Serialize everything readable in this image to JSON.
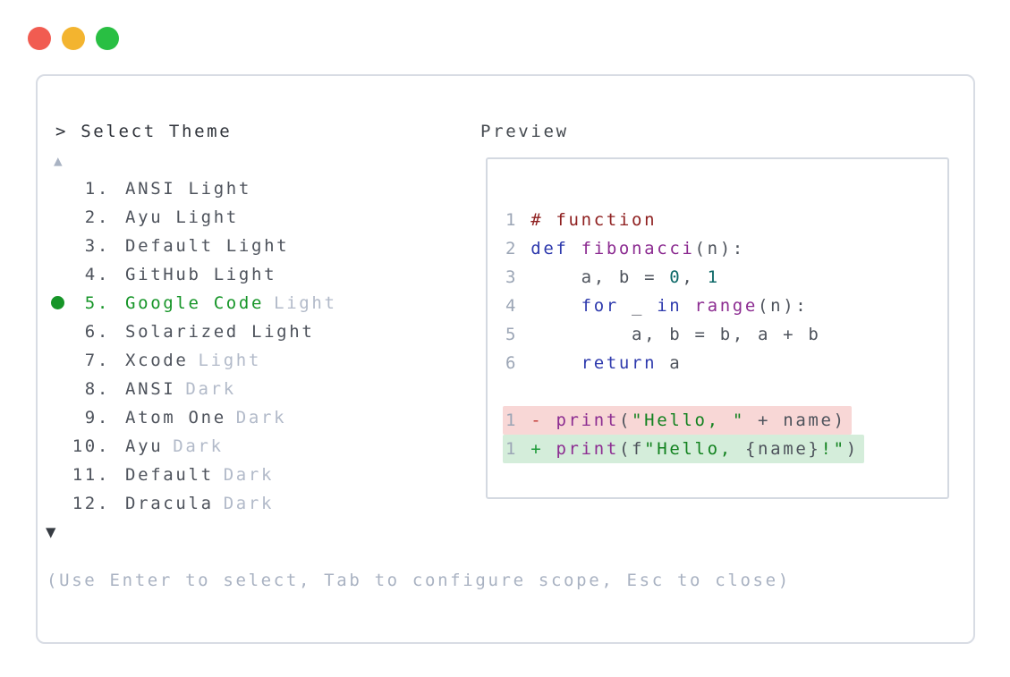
{
  "window_controls": [
    "close-button",
    "minimize-button",
    "maximize-button"
  ],
  "colors": {
    "traffic_close": "#f15c51",
    "traffic_minimize": "#f3b42f",
    "traffic_maximize": "#29bf43",
    "panel_border": "#d8dce4",
    "heading_text": "#2f333a",
    "list_text": "#4e535c",
    "muted_text": "#b2bac9",
    "selected_green": "#169528",
    "footer_text": "#a9b2c2",
    "diff_removed_bg": "#f8d7d6",
    "diff_added_bg": "#d4edda",
    "syntax": {
      "line_number": "#9ca6b6",
      "plain": "#4e535c",
      "keyword": "#2e3aad",
      "function": "#8c2c91",
      "comment": "#8f2020",
      "string": "#12821f",
      "literal": "#0e6968",
      "diff_minus": "#c4403c",
      "diff_plus": "#1c9a38"
    }
  },
  "dialog": {
    "prompt": "> Select Theme",
    "preview_label": "Preview",
    "scroll_up": "▲",
    "scroll_down": "▼",
    "footer_hint": "(Use Enter to select, Tab to configure scope, Esc to close)",
    "themes": [
      {
        "num": "1.",
        "name": "ANSI Light",
        "variant": "",
        "selected": false
      },
      {
        "num": "2.",
        "name": "Ayu Light",
        "variant": "",
        "selected": false
      },
      {
        "num": "3.",
        "name": "Default Light",
        "variant": "",
        "selected": false
      },
      {
        "num": "4.",
        "name": "GitHub Light",
        "variant": "",
        "selected": false
      },
      {
        "num": "5.",
        "name": "Google Code",
        "variant": "Light",
        "selected": true
      },
      {
        "num": "6.",
        "name": "Solarized Light",
        "variant": "",
        "selected": false
      },
      {
        "num": "7.",
        "name": "Xcode",
        "variant": "Light",
        "selected": false
      },
      {
        "num": "8.",
        "name": "ANSI",
        "variant": "Dark",
        "selected": false
      },
      {
        "num": "9.",
        "name": "Atom One",
        "variant": "Dark",
        "selected": false
      },
      {
        "num": "10.",
        "name": "Ayu",
        "variant": "Dark",
        "selected": false
      },
      {
        "num": "11.",
        "name": "Default",
        "variant": "Dark",
        "selected": false
      },
      {
        "num": "12.",
        "name": "Dracula",
        "variant": "Dark",
        "selected": false
      }
    ],
    "preview_code": [
      {
        "bg": "",
        "tokens": [
          [
            "ln",
            "1"
          ],
          [
            "pln",
            " "
          ],
          [
            "com",
            "# function"
          ]
        ]
      },
      {
        "bg": "",
        "tokens": [
          [
            "ln",
            "2"
          ],
          [
            "pln",
            " "
          ],
          [
            "kwd",
            "def"
          ],
          [
            "pln",
            " "
          ],
          [
            "typ",
            "fibonacci"
          ],
          [
            "pln",
            "(n):"
          ]
        ]
      },
      {
        "bg": "",
        "tokens": [
          [
            "ln",
            "3"
          ],
          [
            "pln",
            "     a, b = "
          ],
          [
            "lit",
            "0"
          ],
          [
            "pln",
            ", "
          ],
          [
            "lit",
            "1"
          ]
        ]
      },
      {
        "bg": "",
        "tokens": [
          [
            "ln",
            "4"
          ],
          [
            "pln",
            "     "
          ],
          [
            "kwd",
            "for"
          ],
          [
            "pln",
            " _ "
          ],
          [
            "kwd",
            "in"
          ],
          [
            "pln",
            " "
          ],
          [
            "typ",
            "range"
          ],
          [
            "pln",
            "(n):"
          ]
        ]
      },
      {
        "bg": "",
        "tokens": [
          [
            "ln",
            "5"
          ],
          [
            "pln",
            "         a, b = b, a + b"
          ]
        ]
      },
      {
        "bg": "",
        "tokens": [
          [
            "ln",
            "6"
          ],
          [
            "pln",
            "     "
          ],
          [
            "kwd",
            "return"
          ],
          [
            "pln",
            " a"
          ]
        ]
      },
      {
        "bg": "",
        "tokens": []
      },
      {
        "bg": "del",
        "tokens": [
          [
            "ln",
            "1"
          ],
          [
            "pln",
            " "
          ],
          [
            "del",
            "-"
          ],
          [
            "pln",
            " "
          ],
          [
            "typ",
            "print"
          ],
          [
            "pln",
            "("
          ],
          [
            "str",
            "\"Hello, \""
          ],
          [
            "pln",
            " + name)"
          ]
        ]
      },
      {
        "bg": "ins",
        "tokens": [
          [
            "ln",
            "1"
          ],
          [
            "pln",
            " "
          ],
          [
            "ins",
            "+"
          ],
          [
            "pln",
            " "
          ],
          [
            "typ",
            "print"
          ],
          [
            "pln",
            "(f"
          ],
          [
            "str",
            "\"Hello, "
          ],
          [
            "pln",
            "{name}"
          ],
          [
            "str",
            "!\""
          ],
          [
            "pln",
            ")"
          ]
        ]
      }
    ]
  }
}
